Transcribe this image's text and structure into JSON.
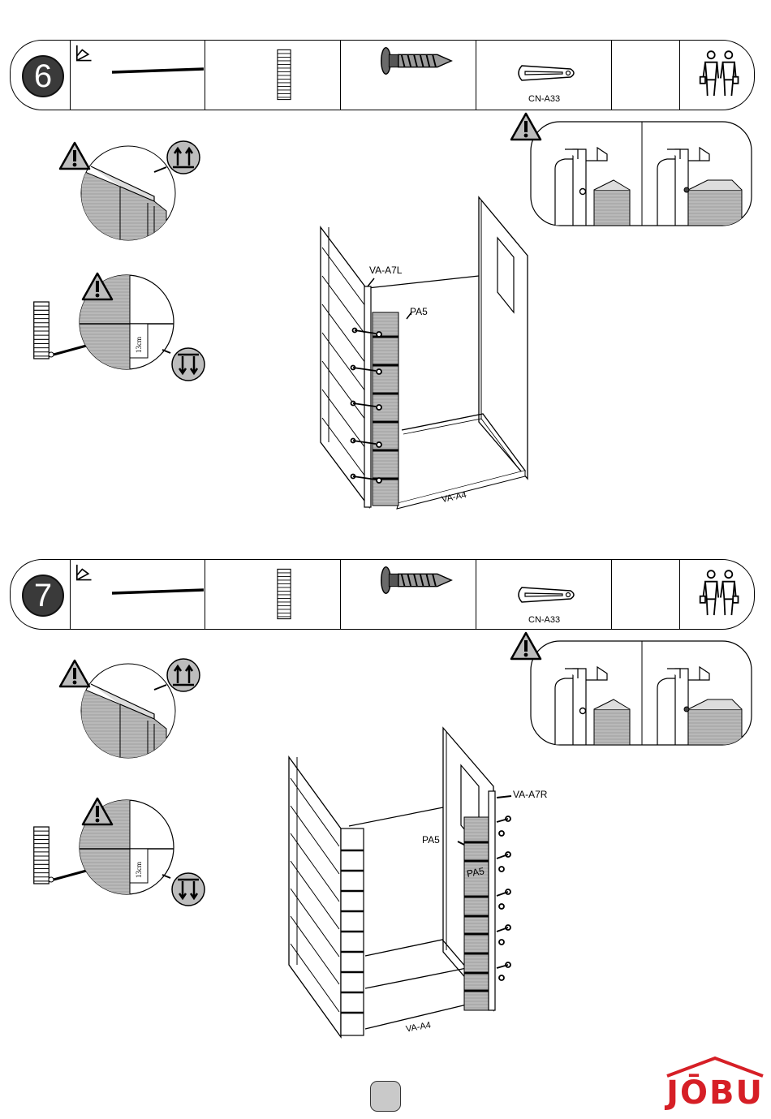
{
  "steps": [
    {
      "number": "6",
      "toolbar": {
        "part_code": "CN-A33"
      },
      "labels": {
        "post": "VA-A7L",
        "panel": "PA5",
        "base": "VA-A4",
        "measure": "13cm"
      }
    },
    {
      "number": "7",
      "toolbar": {
        "part_code": "CN-A33"
      },
      "labels": {
        "post": "VA-A7R",
        "panel_a": "PA5",
        "panel_b": "PA5",
        "base": "VA-A4",
        "measure": "13cm"
      }
    }
  ],
  "page": {
    "number": ""
  },
  "brand": {
    "name": "JŌBU",
    "color": "#d61f26"
  },
  "icons": [
    "step-badge",
    "level-tool-icon",
    "rod-icon",
    "board-stack-icon",
    "screw-icon",
    "wedge-clip-icon",
    "two-person-icon",
    "warning-icon",
    "arrows-up-icon",
    "arrows-down-icon"
  ]
}
